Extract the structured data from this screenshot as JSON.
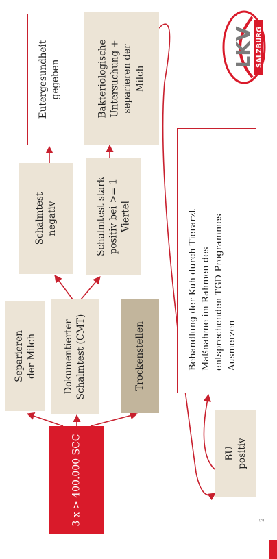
{
  "boxes": {
    "scc": [
      "3 x > 400.000 SCC"
    ],
    "separieren": [
      "Separieren",
      "der Milch"
    ],
    "cmt": [
      "Dokumentierter",
      "Schalmtest (CMT)"
    ],
    "trocken": [
      "Trockenstellen"
    ],
    "negativ": [
      "Schalmtest",
      "negativ"
    ],
    "positiv": [
      "Schalmtest stark",
      "positiv bei >= 1",
      "Viertel"
    ],
    "eutergesundheit": [
      "Eutergesundheit",
      "gegeben"
    ],
    "bakterio": [
      "Bakteriologische",
      "Untersuchung +",
      "separieren der",
      "Milch"
    ],
    "bu": [
      "BU",
      "positiv"
    ]
  },
  "measures": {
    "item1": "Behandlung der Kuh durch Tierarzt",
    "item2_line1": "Maßnahme im Rahmen des",
    "item2_line2": "entsprechenden TGD-Programmes",
    "item3": "Ausmerzen",
    "bullet": "-"
  },
  "logo": {
    "letters": "LKV",
    "region": "SALZBURG"
  },
  "page_number": "2",
  "colors": {
    "red": "#d91a2a",
    "beige": "#ece4d6",
    "beige_dark": "#c2b59c",
    "arrow": "#c8202e"
  }
}
